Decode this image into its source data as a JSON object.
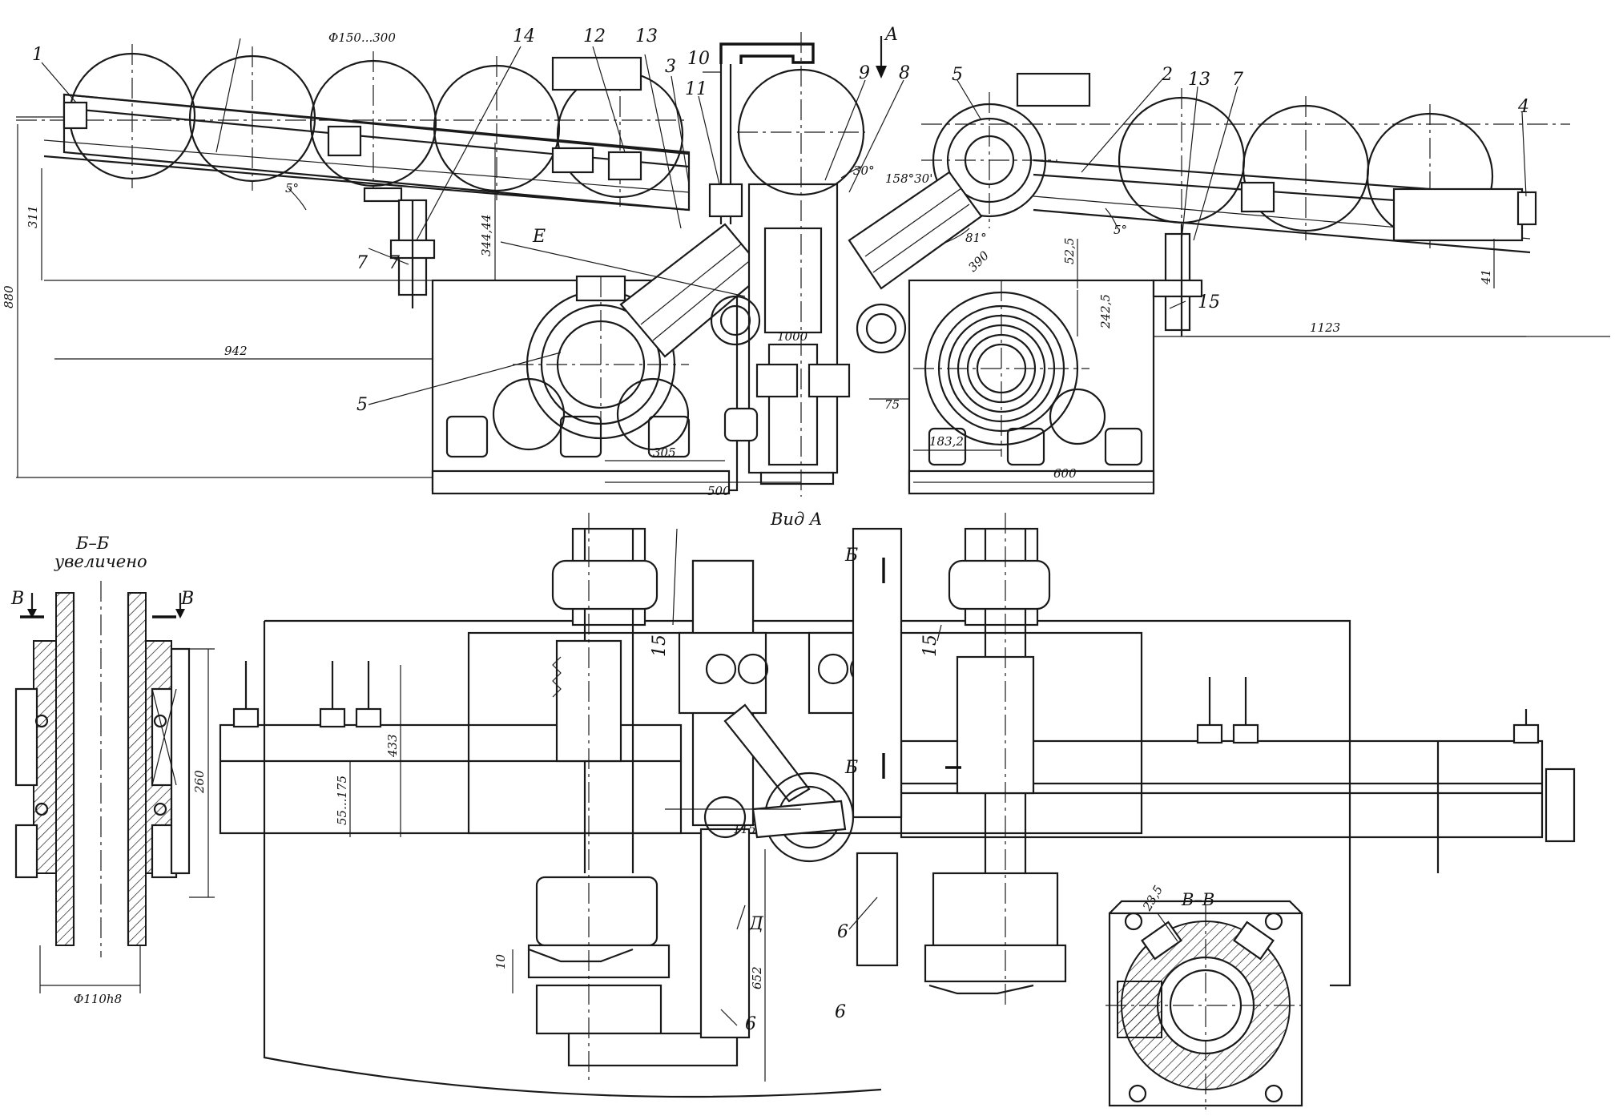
{
  "callouts": {
    "c1": "1",
    "c2": "2",
    "c3": "3",
    "c4": "4",
    "c5a": "5",
    "c5b": "5",
    "c6a": "6",
    "c6b": "6",
    "c6c": "6",
    "c7a": "7",
    "c7b": "7",
    "c7c": "7",
    "c8": "8",
    "c9": "9",
    "c10": "10",
    "c11": "11",
    "c12": "12",
    "c13a": "13",
    "c13b": "13",
    "c14": "14",
    "c15a": "15",
    "c15b": "15",
    "c15c": "15",
    "cA": "A",
    "cE": "E",
    "cD": "Д"
  },
  "dimensions": {
    "diam_range": "Φ150...300",
    "d880": "880",
    "d311": "311",
    "d344": "344,44",
    "d942": "942",
    "d1000": "1000",
    "d305": "305",
    "d500": "500",
    "d75": "75",
    "d1832": "183,2",
    "d600": "600",
    "d1123": "1123",
    "d41": "41",
    "d525": "52,5",
    "d2425": "242,5",
    "d390": "390",
    "a5a": "5°",
    "a5b": "5°",
    "a30": "30°",
    "a15830": "158°30'",
    "a81": "81°",
    "d433": "433",
    "d55": "55...175",
    "d115": "115",
    "d652": "652",
    "d10": "10",
    "d260": "260",
    "dshaft": "Φ110h8",
    "d235": "23,5"
  },
  "views": {
    "vidA": "Вид A",
    "sectionBB": "Б–Б",
    "enlarged": "увеличено",
    "sectionVV": "В–В",
    "markV1": "В",
    "markV2": "В",
    "markB1": "Б",
    "markB2": "Б"
  },
  "colors": {
    "ink": "#1a1a1a",
    "paper": "#ffffff"
  }
}
